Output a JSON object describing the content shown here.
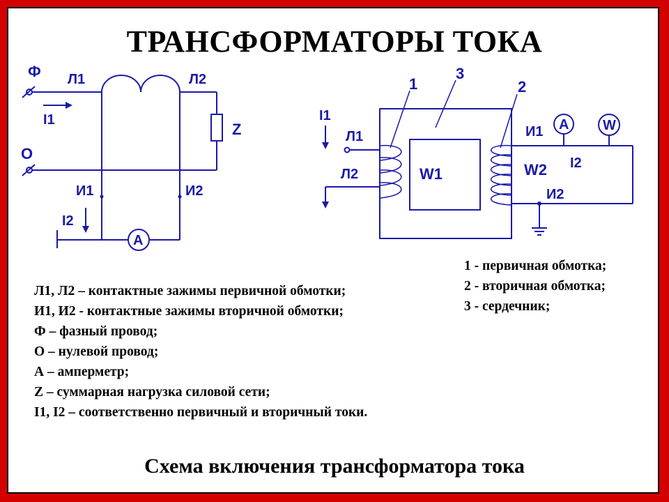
{
  "title": "ТРАНСФОРМАТОРЫ  ТОКА",
  "caption": "Схема включения трансформатора тока",
  "colors": {
    "frame": "#d40000",
    "diagram": "#1a1aa8",
    "text": "#000000"
  },
  "left_diagram": {
    "phase": "Ф",
    "neutral": "О",
    "l1": "Л1",
    "l2": "Л2",
    "i1_current": "I1",
    "i2_current": "I2",
    "load": "Z",
    "sec1": "И1",
    "sec2": "И2",
    "ammeter": "А"
  },
  "right_diagram": {
    "marker1": "1",
    "marker2": "2",
    "marker3": "3",
    "i1_current": "I1",
    "l1": "Л1",
    "l2": "Л2",
    "w1": "W1",
    "w2": "W2",
    "sec1": "И1",
    "sec2": "И2",
    "i2_current": "I2",
    "ammeter": "А",
    "wattmeter": "W"
  },
  "legend_right": [
    "1 - первичная обмотка;",
    "2 - вторичная обмотка;",
    "3 - сердечник;"
  ],
  "legend_left": [
    "Л1, Л2 – контактные зажимы первичной обмотки;",
    "И1, И2 - контактные зажимы вторичной обмотки;",
    "Ф – фазный провод;",
    "О – нулевой провод;",
    "А – амперметр;",
    "Z – суммарная нагрузка силовой сети;",
    "I1, I2 – соответственно первичный и вторичный токи."
  ]
}
